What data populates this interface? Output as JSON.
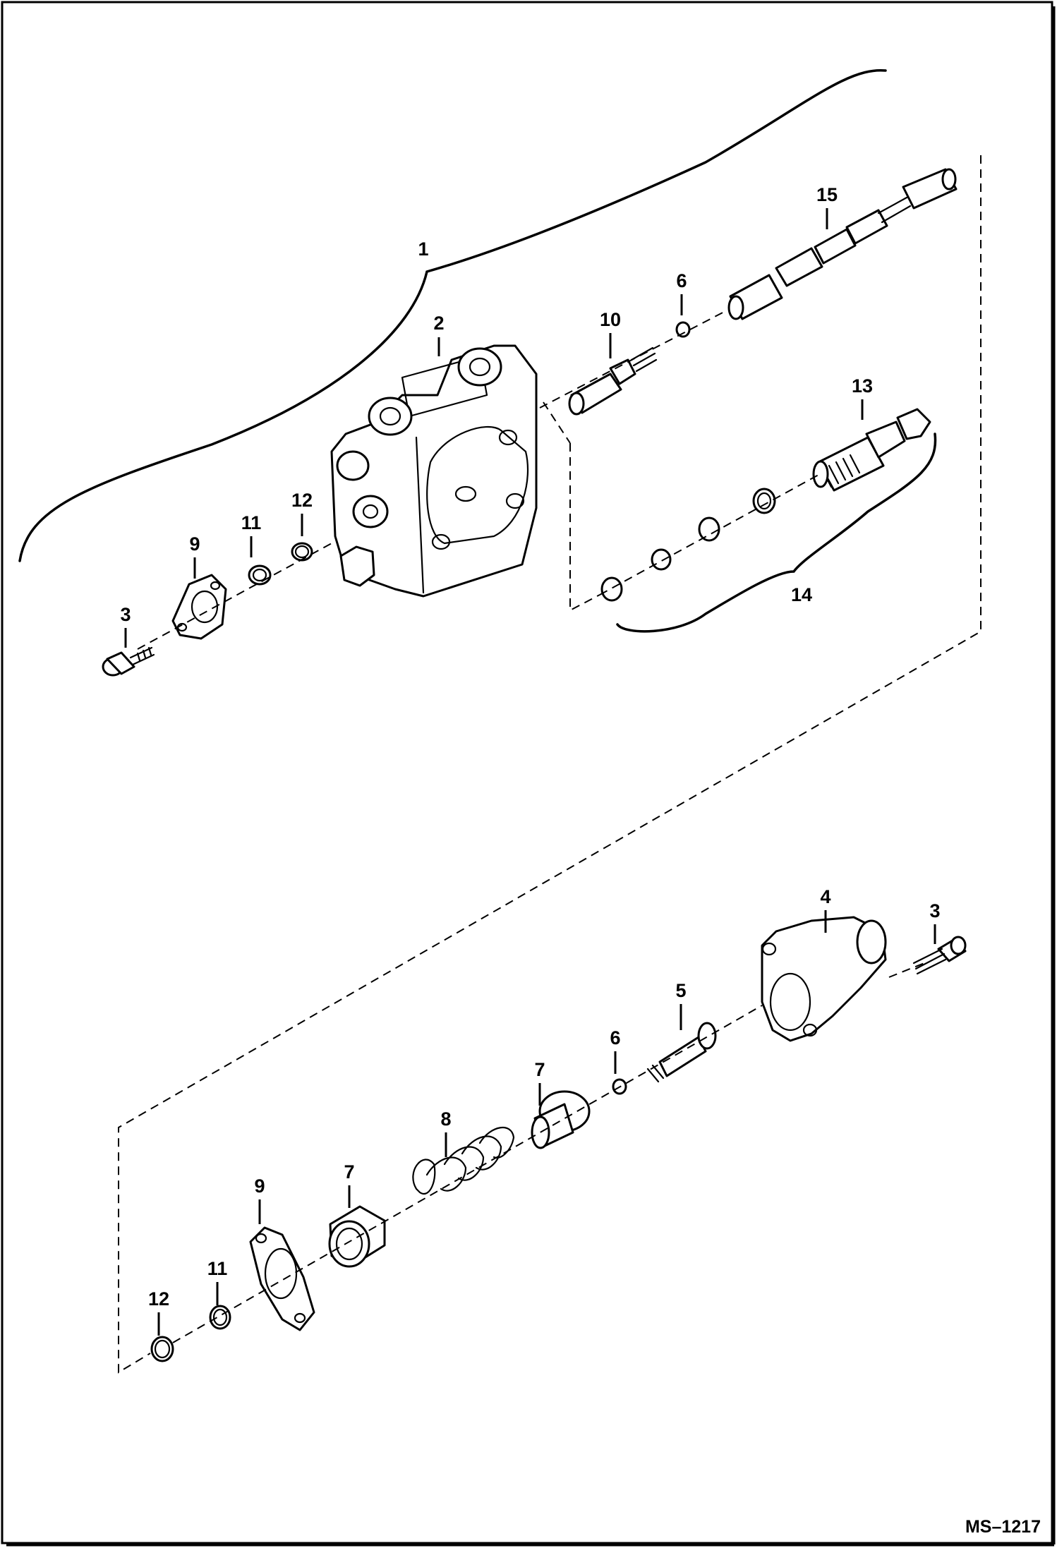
{
  "callouts": {
    "c1": "1",
    "c2": "2",
    "c3_top": "3",
    "c3_bottom": "3",
    "c4": "4",
    "c5": "5",
    "c6_top": "6",
    "c6_bottom": "6",
    "c7_upper": "7",
    "c7_lower": "7",
    "c8": "8",
    "c9_top": "9",
    "c9_bottom": "9",
    "c10": "10",
    "c11_top": "11",
    "c11_bottom": "11",
    "c12_top": "12",
    "c12_bottom": "12",
    "c13": "13",
    "c14": "14",
    "c15": "15"
  },
  "document_id": "MS–1217"
}
